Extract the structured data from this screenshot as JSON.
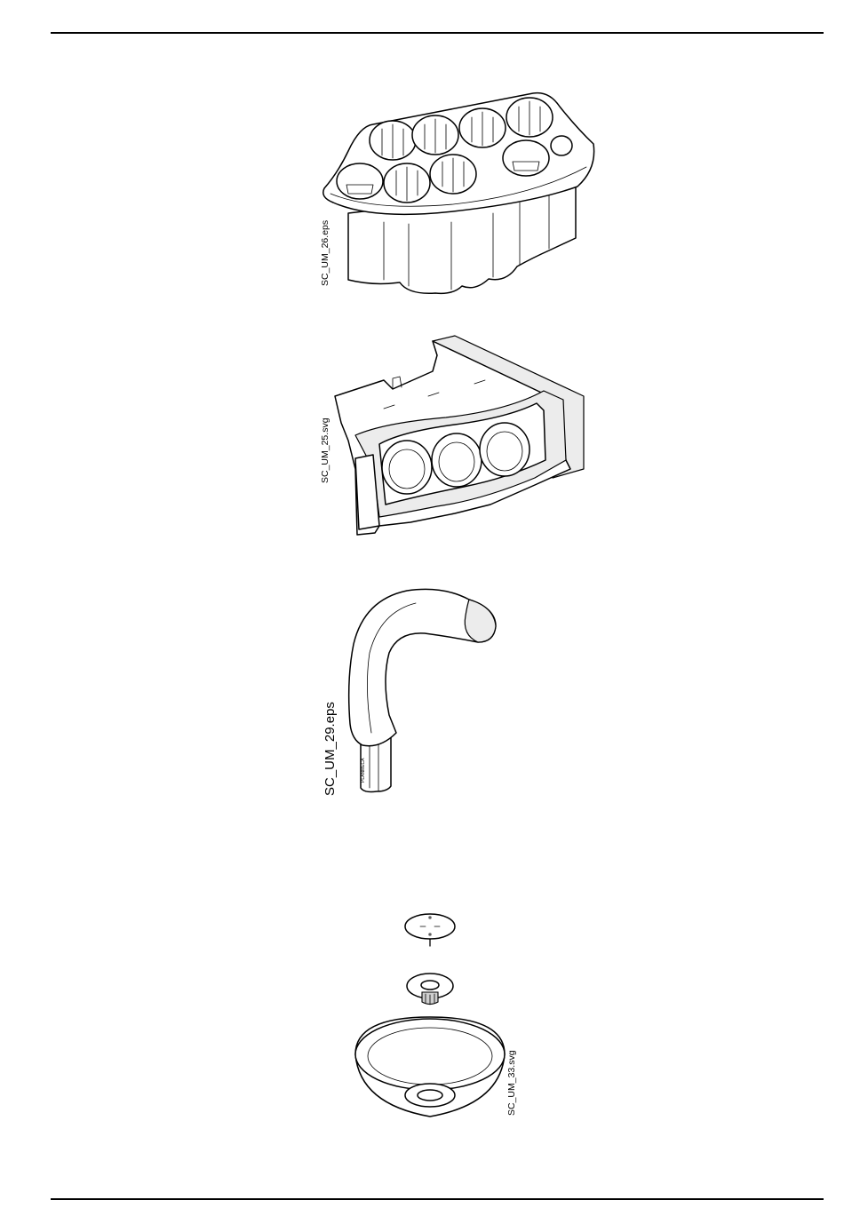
{
  "figures": [
    {
      "label": "SC_UM_26.eps",
      "subject": "instrument-holder-tray"
    },
    {
      "label": "SC_UM_25.svg",
      "subject": "tube-holder-block"
    },
    {
      "label": "SC_UM_29.eps",
      "subject": "cup-filler-spout"
    },
    {
      "label": "SC_UM_33.svg",
      "subject": "spittoon-bowl-assembly"
    }
  ],
  "spout_marking": "PLANMECA"
}
